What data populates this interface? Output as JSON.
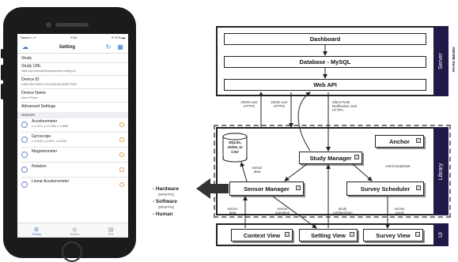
{
  "phone": {
    "status_left": "Search ᵢₗ ᯤ",
    "status_time": "9:34",
    "status_right": "✦ 97% ▬",
    "nav_title": "Setting",
    "rows": [
      {
        "label": "Study",
        "sub": ""
      },
      {
        "label": "Study URL",
        "sub": "https://api.example/study/manifest-config.json"
      },
      {
        "label": "Device ID",
        "sub": "A1B2C3D4-E5F6-0718-293A-B4C5D6E7F809"
      },
      {
        "label": "Device Name",
        "sub": "User's iPhone"
      },
      {
        "label": "Advanced Settings",
        "sub": ""
      }
    ],
    "sensors_header": "Sensors",
    "sensors": [
      {
        "label": "Accelerometer",
        "sub": "x:-0.0217, y:-0.1758, z:-0.9826"
      },
      {
        "label": "Gyroscope",
        "sub": "x:-0.0033, y:0.0021, z:0.0018"
      },
      {
        "label": "Magnetometer",
        "sub": ""
      },
      {
        "label": "Rotation",
        "sub": ""
      },
      {
        "label": "Linear Accelerometer",
        "sub": ""
      }
    ],
    "tabs": [
      "Setting",
      "Sensor",
      "Plot"
    ]
  },
  "diagram": {
    "layers": {
      "server": "Server",
      "library": "Library",
      "ui": "UI"
    },
    "side_title": "AWARE-Server",
    "boxes": {
      "dashboard": "Dashboard",
      "database": "Database - MySQL",
      "webapi": "Web API",
      "anchor": "Anchor",
      "storage": "SQLite, JSON, or CSV",
      "study_manager": "Study Manager",
      "sensor_manager": "Sensor Manager",
      "survey_scheduler": "Survey Scheduler",
      "context_view": "Context View",
      "setting_view": "Setting View",
      "survey_view": "Survey View"
    },
    "edge_labels": {
      "json_https_1": "JSON over HTTPS",
      "json_https_2": "JSON over HTTPS",
      "silent_push": "Silent Push Notification over HTTPs",
      "sensor_data_lib": "sensor data",
      "event_broadcast": "event broadcast",
      "sensor_data_ui": "sensor data",
      "sensor_operation": "sensor operation",
      "study_configuration": "study configuration",
      "survey_event": "survey event"
    },
    "left_items": [
      {
        "title": "- Hardware",
        "sub": "(NPSFPS)"
      },
      {
        "title": "- Software",
        "sub": "(NPSFPS)"
      },
      {
        "title": "- Human",
        "sub": ""
      }
    ]
  }
}
